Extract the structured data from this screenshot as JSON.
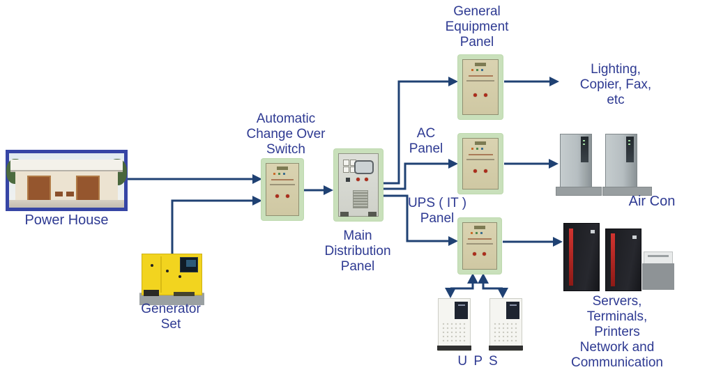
{
  "diagram": {
    "nodes": {
      "power_house": {
        "label": "Power House"
      },
      "generator_set": {
        "label_lines": [
          "Generator",
          "Set"
        ]
      },
      "acos": {
        "label_lines": [
          "Automatic",
          "Change Over",
          "Switch"
        ]
      },
      "mdp": {
        "label_lines": [
          "Main",
          "Distribution",
          "Panel"
        ]
      },
      "gep": {
        "label_lines": [
          "General",
          "Equipment",
          "Panel"
        ]
      },
      "ac_panel": {
        "label_lines": [
          "AC",
          "Panel"
        ]
      },
      "ups_it_panel": {
        "label_lines": [
          "UPS ( IT )",
          "Panel"
        ]
      },
      "lighting_loads": {
        "label_lines": [
          "Lighting,",
          "Copier, Fax,",
          "etc"
        ]
      },
      "air_con": {
        "label": "Air Con"
      },
      "servers_loads": {
        "label_lines": [
          "Servers,",
          "Terminals,",
          "Printers",
          "Network and",
          "Communication"
        ]
      },
      "ups": {
        "label": "U P S"
      }
    },
    "edges": [
      {
        "from": "power_house",
        "to": "acos"
      },
      {
        "from": "generator_set",
        "to": "acos"
      },
      {
        "from": "acos",
        "to": "mdp"
      },
      {
        "from": "mdp",
        "to": "gep"
      },
      {
        "from": "mdp",
        "to": "ac_panel"
      },
      {
        "from": "mdp",
        "to": "ups_it_panel"
      },
      {
        "from": "gep",
        "to": "lighting_loads"
      },
      {
        "from": "ac_panel",
        "to": "air_con"
      },
      {
        "from": "ups_it_panel",
        "to": "servers_loads"
      },
      {
        "from": "ups",
        "to": "ups_it_panel",
        "bidirectional": true
      },
      {
        "from": "ups",
        "to": "ups_it_panel",
        "bidirectional": true
      }
    ],
    "colors": {
      "connector": "#1f4173",
      "label_text": "#2e3a92",
      "panel_border_green": "#c9e0bb",
      "panel_face_beige": "#d5ceaa",
      "power_house_frame": "#3645a5",
      "generator_yellow": "#f2d41f",
      "server_stripe_red": "#c22e2a"
    }
  }
}
